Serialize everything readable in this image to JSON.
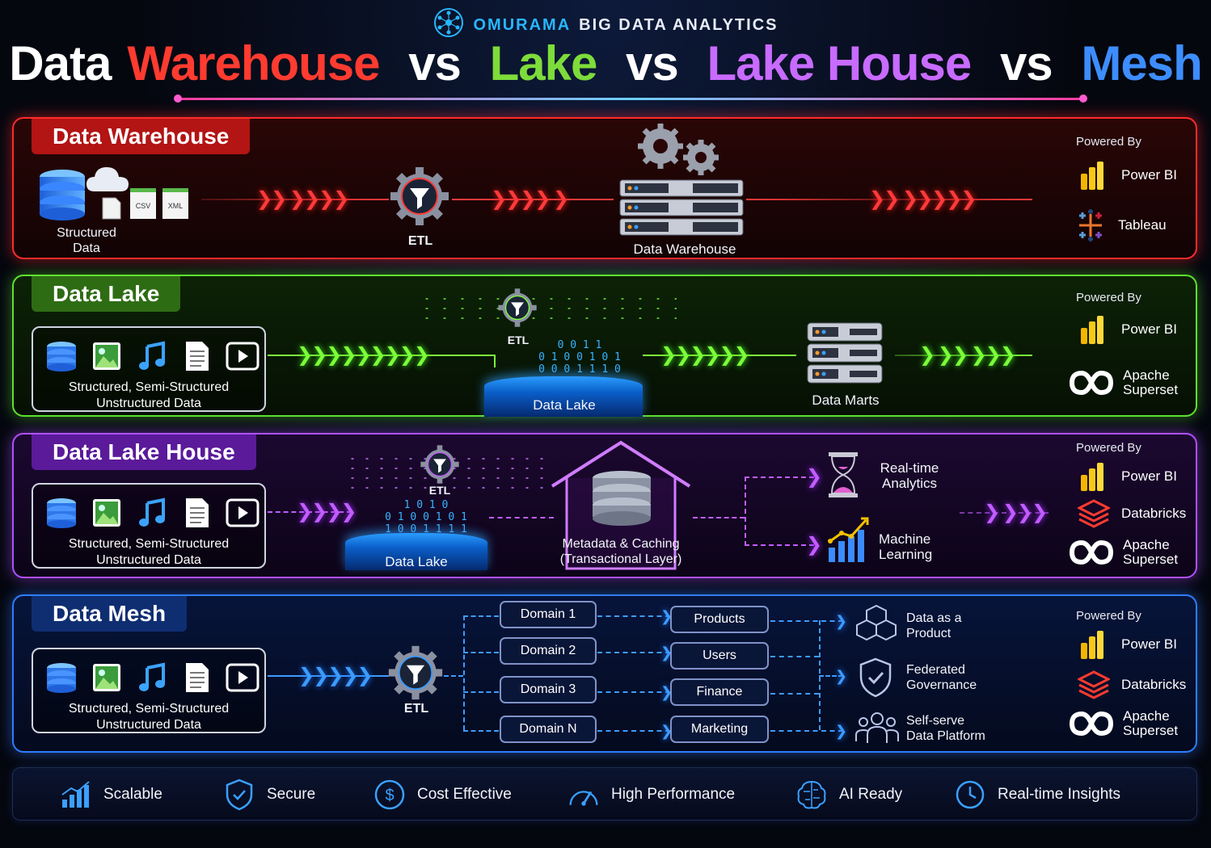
{
  "brand": {
    "name_accent": "OMURAMA",
    "name_rest": "BIG DATA ANALYTICS"
  },
  "title": {
    "w1": "Data",
    "w2": "Warehouse",
    "vs1": "vs",
    "w3": "Lake",
    "vs2": "vs",
    "w4": "Lake House",
    "vs3": "vs",
    "w5": "Mesh"
  },
  "warehouse": {
    "title": "Data Warehouse",
    "source_label_1": "Structured",
    "source_label_2": "Data",
    "file_labels": [
      "CSV",
      "XML"
    ],
    "etl": "ETL",
    "target": "Data Warehouse",
    "powered_by": "Powered By",
    "tools": [
      "Power BI",
      "Tableau"
    ]
  },
  "lake": {
    "title": "Data Lake",
    "source_label_1": "Structured, Semi-Structured",
    "source_label_2": "Unstructured Data",
    "etl": "ETL",
    "lake": "Data Lake",
    "binary_rows": [
      "0 0 1 1",
      "0 1 0 0 1 0 1",
      "0 0 0 1 1 1 0"
    ],
    "target": "Data Marts",
    "powered_by": "Powered By",
    "tools": [
      "Power BI",
      "Apache",
      "Superset"
    ]
  },
  "lakehouse": {
    "title": "Data Lake House",
    "source_label_1": "Structured, Semi-Structured",
    "source_label_2": "Unstructured Data",
    "etl": "ETL",
    "lake": "Data Lake",
    "binary_rows": [
      "1 0 1 0",
      "0 1 0 0 1 0 1",
      "1 0 0 1 1 1 1"
    ],
    "meta_1": "Metadata & Caching",
    "meta_2": "(Transactional Layer)",
    "out1_1": "Real-time",
    "out1_2": "Analytics",
    "out2_1": "Machine",
    "out2_2": "Learning",
    "powered_by": "Powered By",
    "tools": [
      "Power BI",
      "Databricks",
      "Apache",
      "Superset"
    ]
  },
  "mesh": {
    "title": "Data Mesh",
    "source_label_1": "Structured, Semi-Structured",
    "source_label_2": "Unstructured Data",
    "etl": "ETL",
    "domains": [
      "Domain 1",
      "Domain 2",
      "Domain 3",
      "Domain N"
    ],
    "products": [
      "Products",
      "Users",
      "Finance",
      "Marketing"
    ],
    "pillars": [
      [
        "Data as a",
        "Product"
      ],
      [
        "Federated",
        "Governance"
      ],
      [
        "Self-serve",
        "Data Platform"
      ]
    ],
    "powered_by": "Powered By",
    "tools": [
      "Power BI",
      "Databricks",
      "Apache",
      "Superset"
    ]
  },
  "features": [
    "Scalable",
    "Secure",
    "Cost Effective",
    "High Performance",
    "AI Ready",
    "Real-time Insights"
  ],
  "colors": {
    "warehouse": "#ff2b2b",
    "lake": "#5fe030",
    "lakehouse": "#b050ff",
    "mesh": "#2f7dff"
  }
}
